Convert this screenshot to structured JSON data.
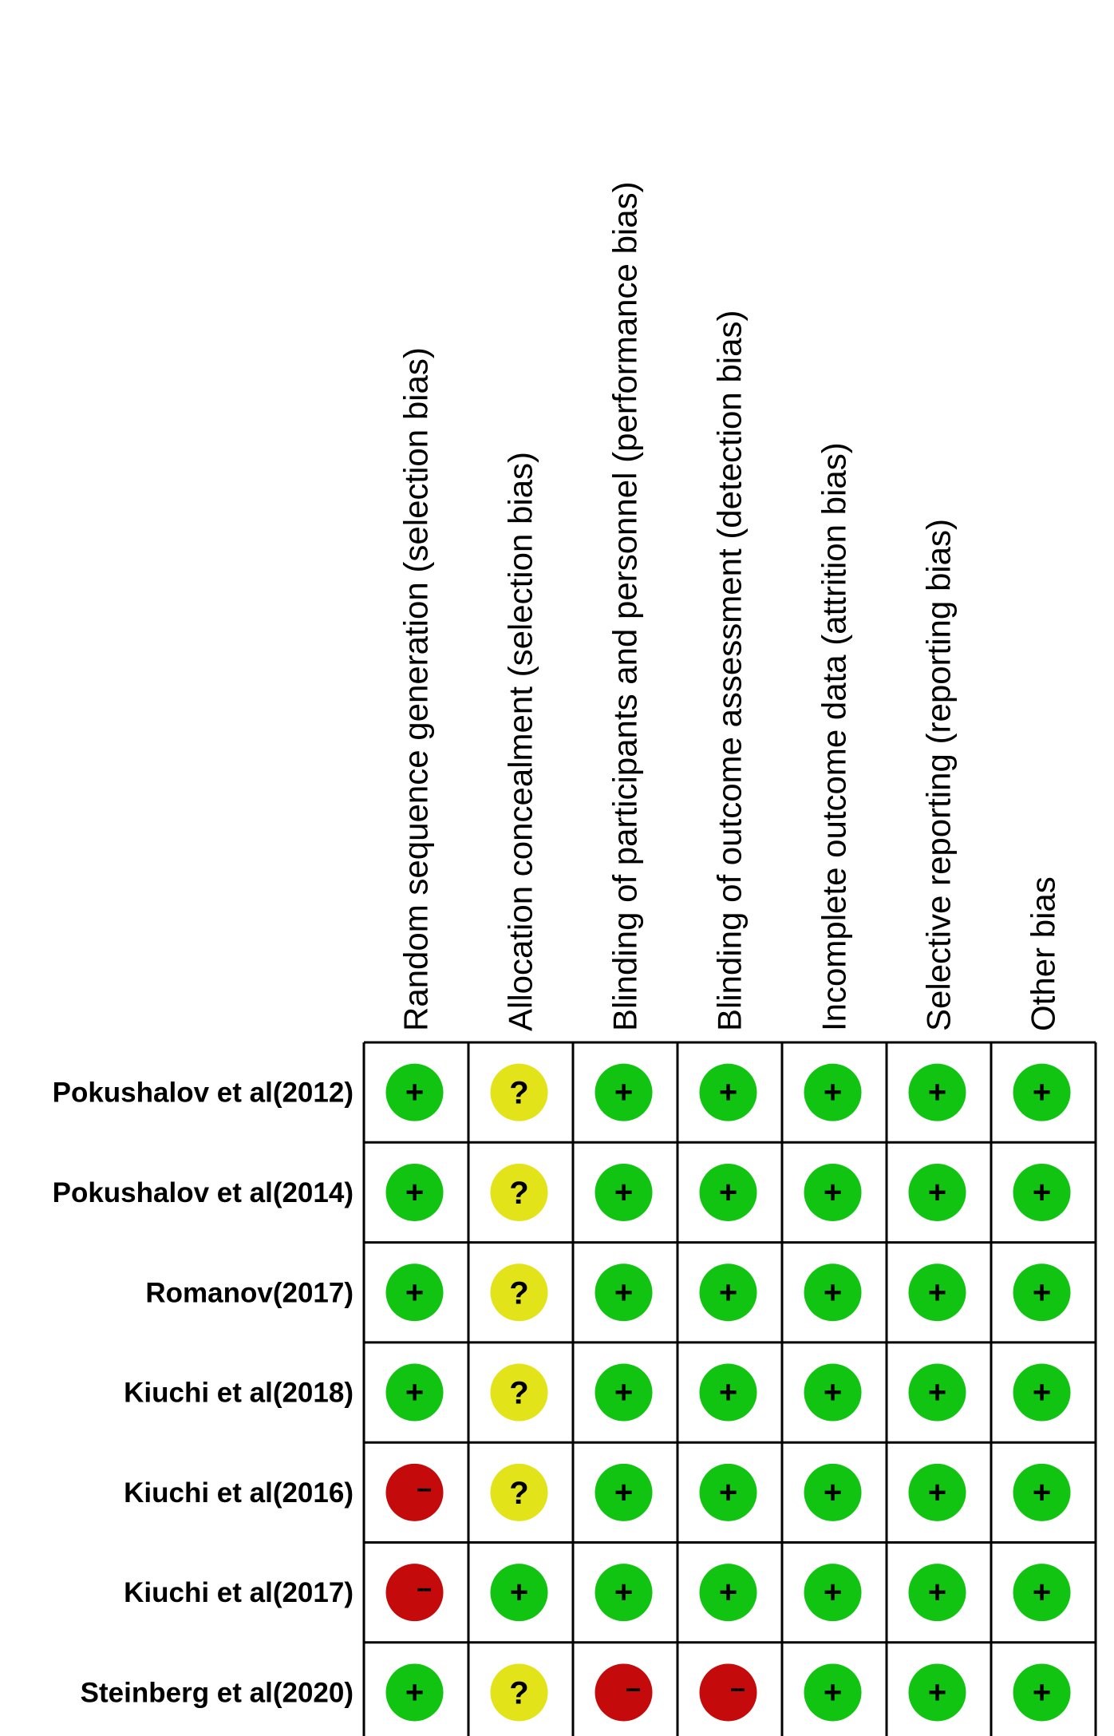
{
  "chart_data": {
    "type": "table",
    "columns": [
      "Random sequence generation (selection bias)",
      "Allocation concealment (selection bias)",
      "Blinding of participants and personnel (performance bias)",
      "Blinding of outcome assessment (detection bias)",
      "Incomplete outcome data (attrition bias)",
      "Selective reporting (reporting bias)",
      "Other bias"
    ],
    "rows": [
      "Pokushalov et al(2012)",
      "Pokushalov et al(2014)",
      "Romanov(2017)",
      "Kiuchi et al(2018)",
      "Kiuchi et al(2016)",
      "Kiuchi et al(2017)",
      "Steinberg et al(2020)"
    ],
    "values": [
      [
        "low",
        "unclear",
        "low",
        "low",
        "low",
        "low",
        "low"
      ],
      [
        "low",
        "unclear",
        "low",
        "low",
        "low",
        "low",
        "low"
      ],
      [
        "low",
        "unclear",
        "low",
        "low",
        "low",
        "low",
        "low"
      ],
      [
        "low",
        "unclear",
        "low",
        "low",
        "low",
        "low",
        "low"
      ],
      [
        "high",
        "unclear",
        "low",
        "low",
        "low",
        "low",
        "low"
      ],
      [
        "high",
        "low",
        "low",
        "low",
        "low",
        "low",
        "low"
      ],
      [
        "low",
        "unclear",
        "high",
        "high",
        "low",
        "low",
        "low"
      ]
    ],
    "legend": {
      "low": {
        "symbol": "+",
        "color": "#12c412"
      },
      "unclear": {
        "symbol": "?",
        "color": "#e3e31a"
      },
      "high": {
        "symbol": "−",
        "color": "#c40a0a"
      }
    }
  }
}
